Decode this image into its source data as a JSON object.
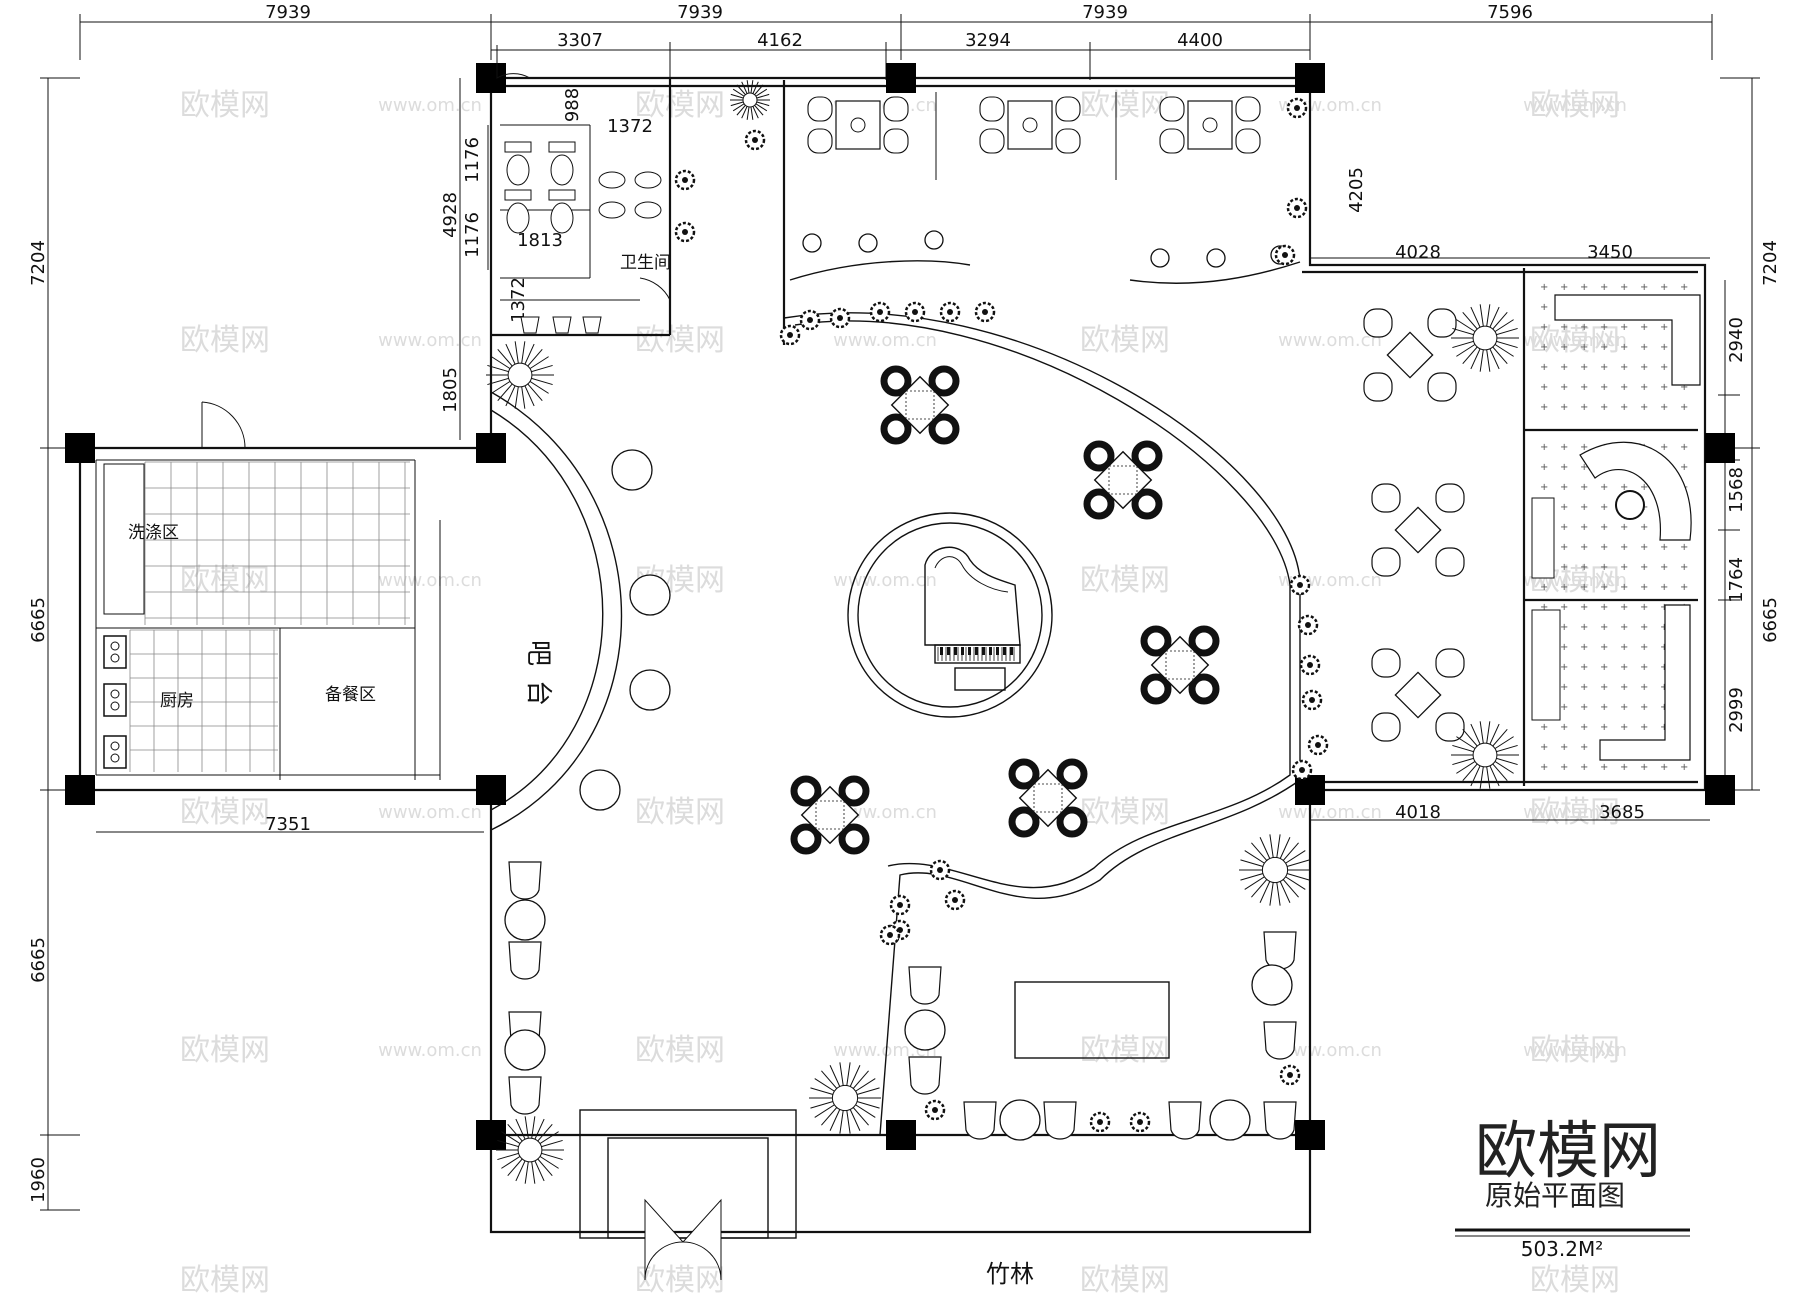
{
  "dimensions": {
    "top_outer": [
      "7939",
      "7939",
      "7939",
      "7596"
    ],
    "top_inner": [
      "3307",
      "4162",
      "3294",
      "4400"
    ],
    "left_outer": [
      "7204",
      "6665",
      "6665",
      "1960"
    ],
    "left_inner": [
      "4928",
      "1805"
    ],
    "toilet": [
      "1176",
      "1176",
      "988",
      "1372",
      "1813",
      "1372"
    ],
    "right_outer": [
      "7204",
      "6665"
    ],
    "right_inner": [
      "2940",
      "1568",
      "1764",
      "2999"
    ],
    "east_zone_top": [
      "4205",
      "4028",
      "3450"
    ],
    "east_zone_bottom": [
      "4018",
      "3685"
    ],
    "kitchen_bottom": "7351"
  },
  "rooms": {
    "restroom": "卫生间",
    "washing": "洗涤区",
    "kitchen": "厨房",
    "prep": "备餐区",
    "bar": "吧台",
    "bamboo": "竹林"
  },
  "title_block": {
    "brand": "欧模网",
    "drawing_name": "原始平面图",
    "area": "503.2M²"
  },
  "watermark": {
    "text": "欧模网",
    "url": "www.om.cn"
  },
  "icons": [
    "piano-icon",
    "table-set-icon",
    "plant-icon",
    "toilet-icon",
    "sink-icon",
    "stove-icon",
    "door-icon",
    "sofa-icon",
    "stool-icon"
  ]
}
